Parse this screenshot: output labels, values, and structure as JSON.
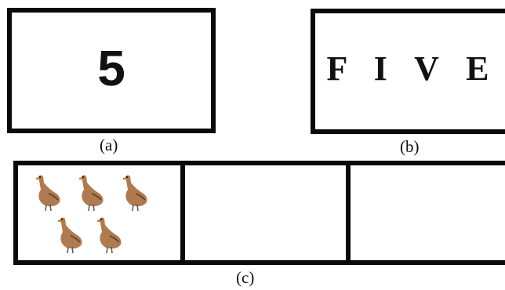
{
  "card_a": {
    "number": "5",
    "caption": "(a)"
  },
  "card_b": {
    "word": "F I V E",
    "caption": "(b)"
  },
  "card_c": {
    "caption": "(c)",
    "boxes": [
      {
        "content": "goose-picture",
        "count": 5
      },
      {
        "content": "empty"
      },
      {
        "content": "empty"
      }
    ]
  },
  "colors": {
    "border": "#0a0a0a",
    "goose_body": "#b07a50",
    "goose_beak": "#d07a2a"
  }
}
